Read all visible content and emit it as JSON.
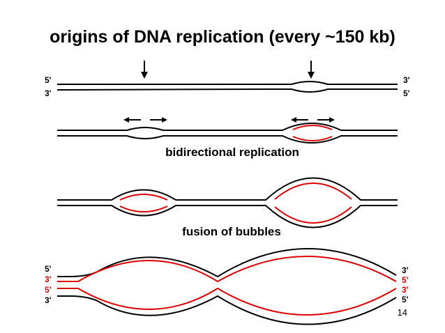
{
  "title": "origins of DNA replication (every ~150 kb)",
  "captions": {
    "bidirectional": "bidirectional replication",
    "fusion": "fusion of bubbles"
  },
  "row1": {
    "left_top": "5'",
    "left_bottom": "3'",
    "right_top": "3'",
    "right_bottom": "5'"
  },
  "row4": {
    "left": [
      "5'",
      "3'",
      "5'",
      "3'"
    ],
    "right": [
      "3'",
      "5'",
      "3'",
      "5'"
    ]
  },
  "page_number": "14",
  "colors": {
    "parental": "#000000",
    "new_strand": "#e00000"
  }
}
